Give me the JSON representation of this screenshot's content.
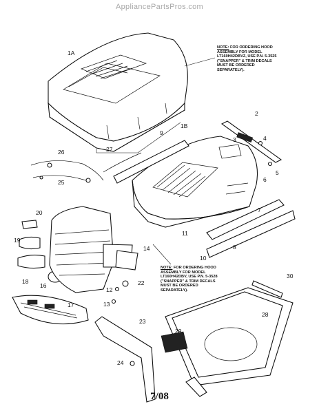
{
  "watermark": "AppliancePartsPros.com",
  "notes": {
    "top": {
      "heading": "NOTE:",
      "body": "FOR ORDERING HOOD ASSEMBLY FOR MODEL LT160H42DBVZ, USE P.N. 5-3525 (\"SNAPPER\" & TRIM DECALS MUST BE ORDERED SEPARATELY)."
    },
    "bottom": {
      "heading": "NOTE:",
      "body": "FOR ORDERING HOOD ASSEMBLY FOR MODEL LT160H42DBV, USE P.N. 5-3528 (\"SNAPPER\" & TRIM DECALS MUST BE ORDERED SEPARATELY)."
    }
  },
  "callouts": [
    "1A",
    "1B",
    "2",
    "3",
    "4",
    "5",
    "6",
    "7",
    "8",
    "9",
    "10",
    "11",
    "12",
    "13",
    "14",
    "16",
    "17",
    "18",
    "19",
    "20",
    "22",
    "23",
    "24",
    "25",
    "26",
    "27",
    "28",
    "29",
    "30"
  ],
  "page_number": "7/08"
}
